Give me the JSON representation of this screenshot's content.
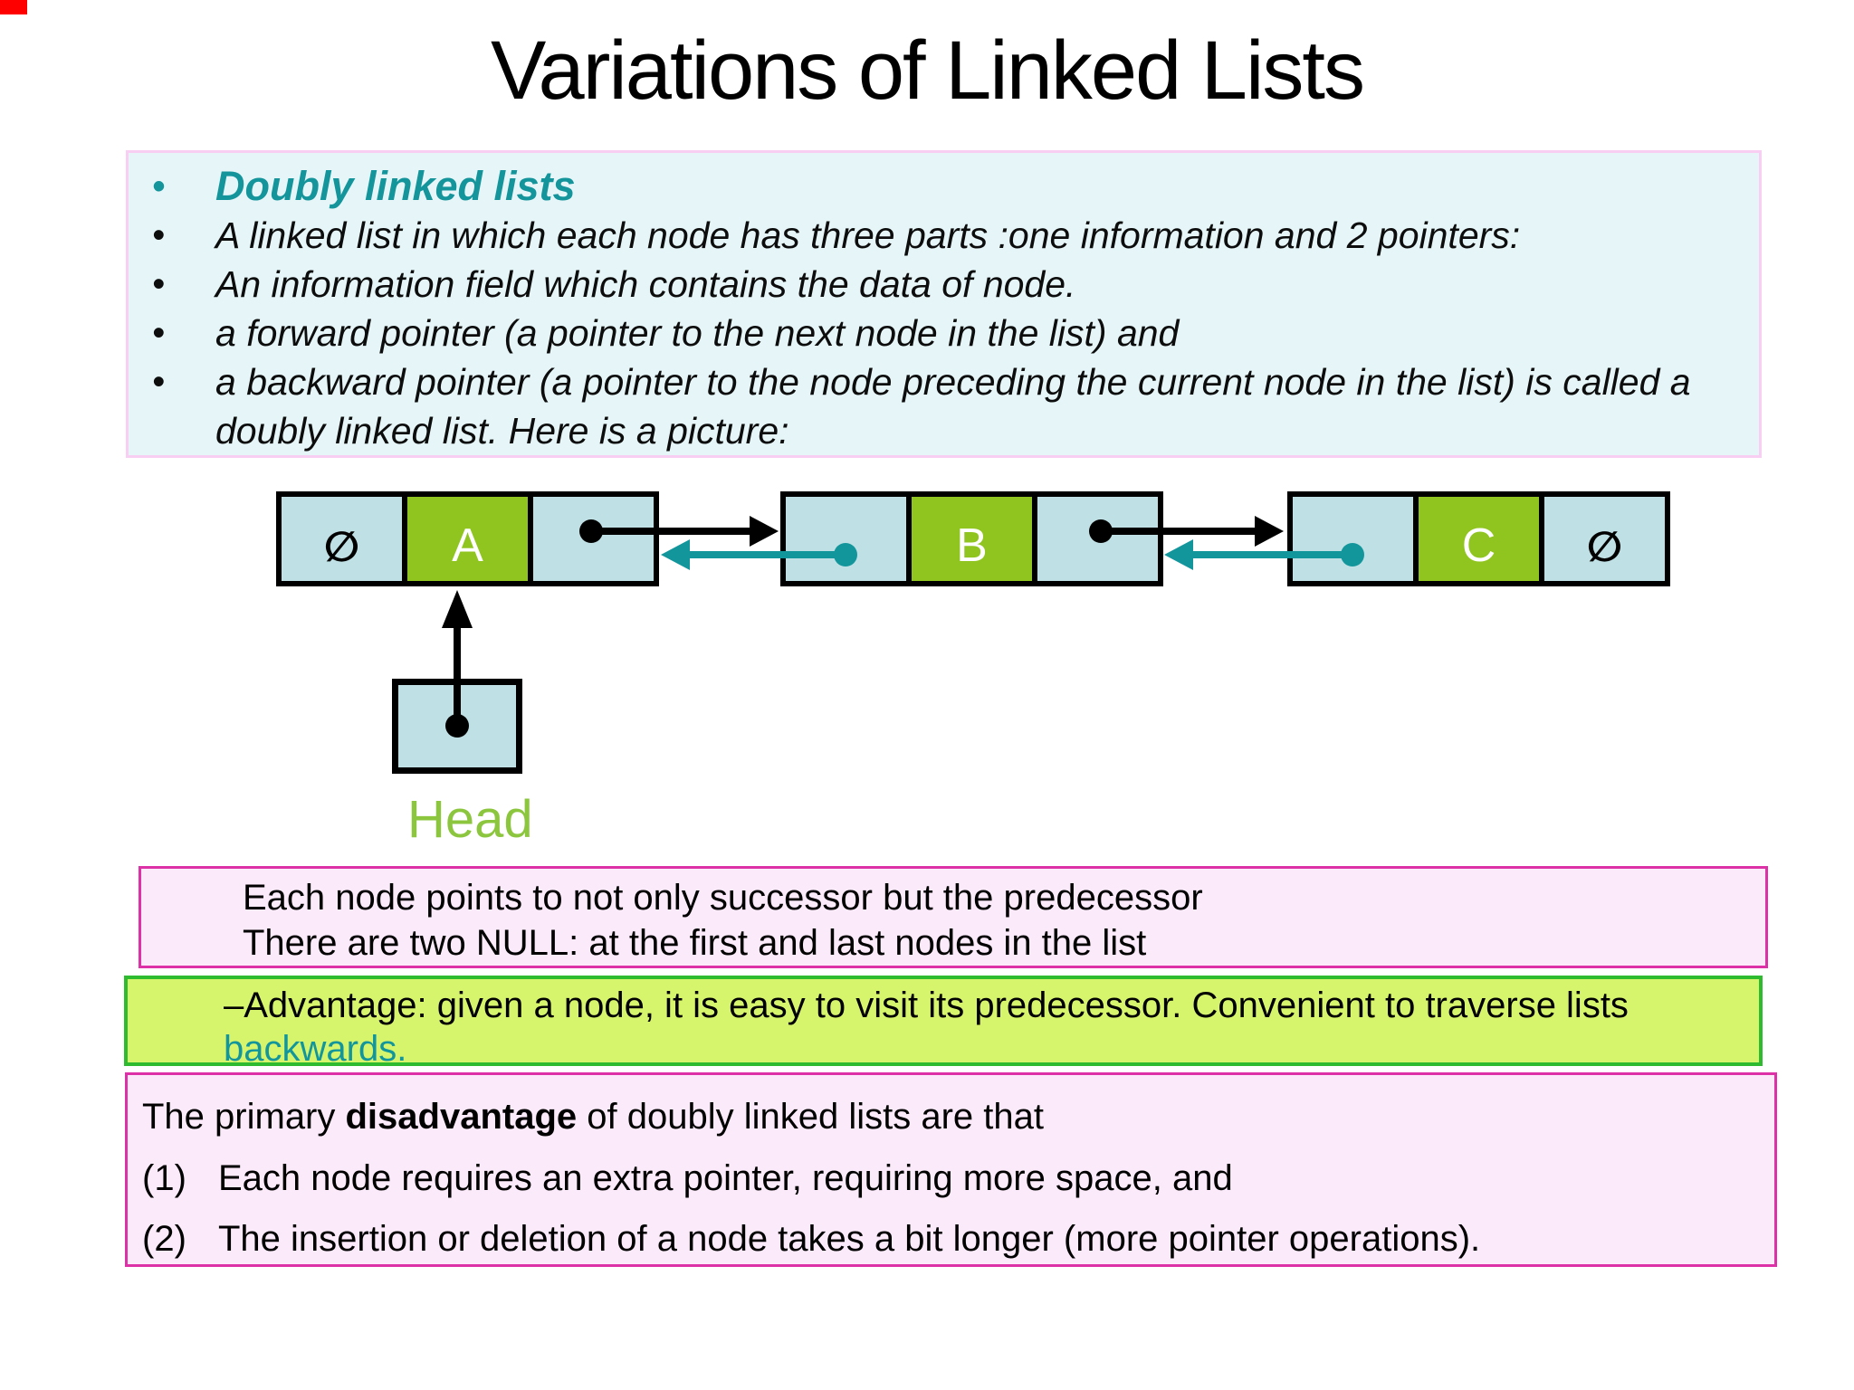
{
  "title": "Variations of Linked Lists",
  "colors": {
    "teal_text": "#14949b",
    "teal_arrow": "#12969c",
    "node_green": "#90c41e",
    "node_blue": "#bfe0e4",
    "head_label_green": "#8cc63f",
    "intro_bg": "#e6f6f8",
    "pink_box_bg": "#fbeaf9",
    "pink_border": "#dd31a8",
    "advantage_bg": "#d7f46d",
    "advantage_border": "#2fbb2f"
  },
  "intro_box": {
    "bullets": [
      {
        "text": "Doubly linked lists"
      },
      {
        "text": "A linked list in which each node has three parts :one information and 2 pointers:"
      },
      {
        "text": "An information field which contains the data of node."
      },
      {
        "text": "a forward pointer (a pointer to the next node in the list) and"
      },
      {
        "text": "a backward pointer (a pointer to the node preceding the current node in the list) is called a doubly linked list.  Here is a picture:"
      }
    ]
  },
  "diagram": {
    "null_symbol": "∅",
    "nodes": [
      {
        "label": "A"
      },
      {
        "label": "B"
      },
      {
        "label": "C"
      }
    ],
    "head_label": "Head"
  },
  "note_box": {
    "line1": "Each node points to not only successor but the predecessor",
    "line2": "There are two NULL: at the first and last nodes in the list"
  },
  "advantage_box": {
    "line1": "–Advantage: given a node, it is easy to visit its predecessor. Convenient to traverse lists",
    "highlight": "backwards."
  },
  "disadvantage_box": {
    "intro_prefix": "The primary ",
    "intro_bold": "disadvantage",
    "intro_suffix": " of doubly linked lists are that",
    "items": [
      {
        "num": "(1)",
        "text": "Each node requires an extra pointer, requiring more space, and"
      },
      {
        "num": "(2)",
        "text": "The insertion or deletion of a node takes a bit longer (more pointer operations)."
      }
    ]
  }
}
